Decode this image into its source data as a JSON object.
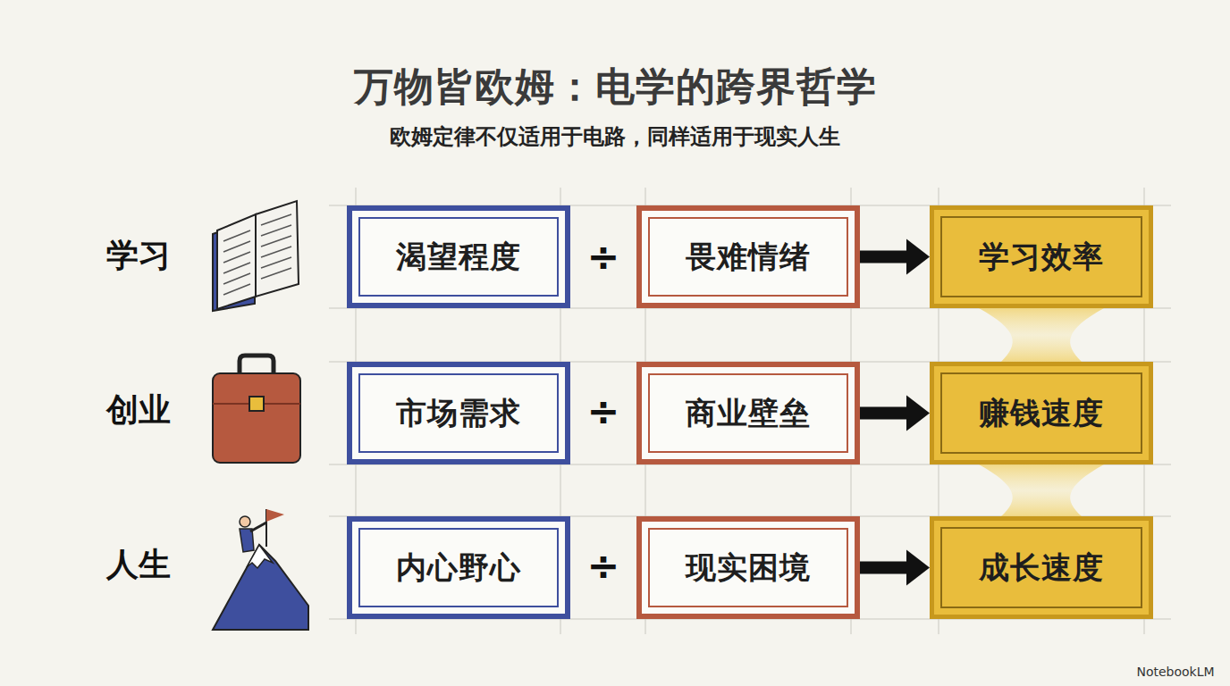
{
  "diagram": {
    "title": "万物皆欧姆：电学的跨界哲学",
    "caption": "欧姆定律不仅适用于电路，同样适用于现实人生",
    "nodes": [
      {
        "text": [
          "渴望程度"
        ]
      },
      {
        "text": [
          "畏难情绪"
        ]
      },
      {
        "text": [
          "学习效率"
        ]
      },
      {
        "text": [
          "市场需求"
        ]
      },
      {
        "text": [
          "商业壁垒"
        ]
      },
      {
        "text": [
          "赚钱速度"
        ]
      },
      {
        "text": [
          "内心野心"
        ]
      },
      {
        "text": [
          "现实困境"
        ]
      },
      {
        "text": [
          "成长速度"
        ]
      }
    ],
    "edges": [
      {
        "from": 1,
        "to": 2,
        "arrow": "to"
      },
      {
        "from": 4,
        "to": 5,
        "arrow": "to"
      },
      {
        "from": 7,
        "to": 8,
        "arrow": "to"
      }
    ],
    "labels": [
      "学习",
      "÷",
      "创业",
      "÷",
      "人生",
      "÷",
      "NotebookLM"
    ]
  }
}
